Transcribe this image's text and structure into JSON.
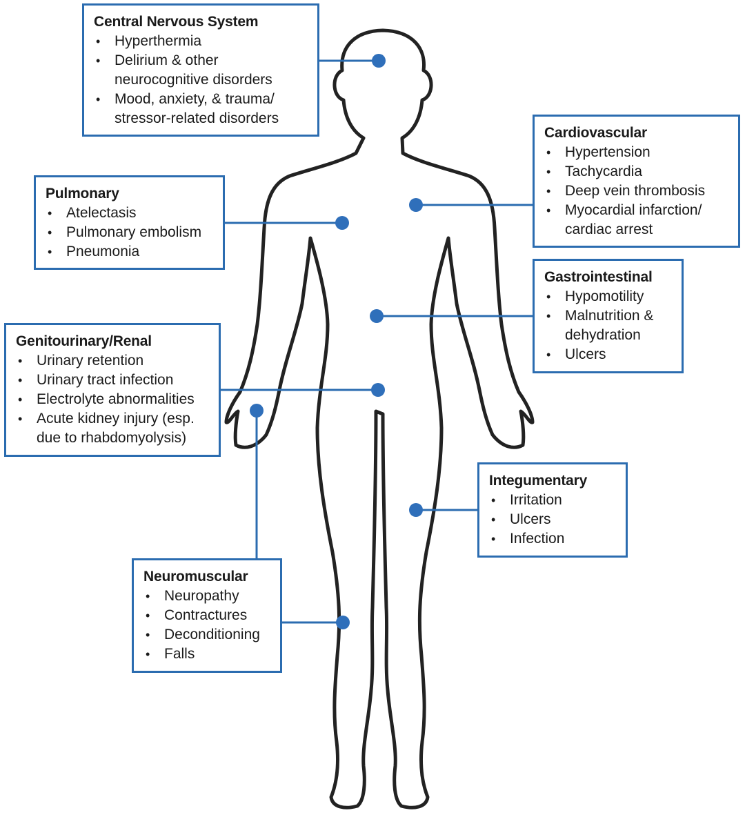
{
  "systems": {
    "cns": {
      "title": "Central Nervous System",
      "items": [
        "Hyperthermia",
        "Delirium & other neurocognitive disorders",
        "Mood, anxiety, & trauma/ stressor-related disorders"
      ]
    },
    "cardio": {
      "title": "Cardiovascular",
      "items": [
        "Hypertension",
        "Tachycardia",
        "Deep vein thrombosis",
        "Myocardial infarction/ cardiac arrest"
      ]
    },
    "pulmonary": {
      "title": "Pulmonary",
      "items": [
        "Atelectasis",
        "Pulmonary embolism",
        "Pneumonia"
      ]
    },
    "gi": {
      "title": "Gastrointestinal",
      "items": [
        "Hypomotility",
        "Malnutrition & dehydration",
        "Ulcers"
      ]
    },
    "gu": {
      "title": "Genitourinary/Renal",
      "items": [
        "Urinary retention",
        "Urinary tract infection",
        "Electrolyte abnormalities",
        "Acute kidney injury (esp. due to rhabdomyolysis)"
      ]
    },
    "integ": {
      "title": "Integumentary",
      "items": [
        "Irritation",
        "Ulcers",
        "Infection"
      ]
    },
    "neuro": {
      "title": "Neuromuscular",
      "items": [
        "Neuropathy",
        "Contractures",
        "Deconditioning",
        "Falls"
      ]
    }
  },
  "colors": {
    "accent": "#2b6cb0",
    "dot": "#2f6fba",
    "outline": "#222222"
  }
}
